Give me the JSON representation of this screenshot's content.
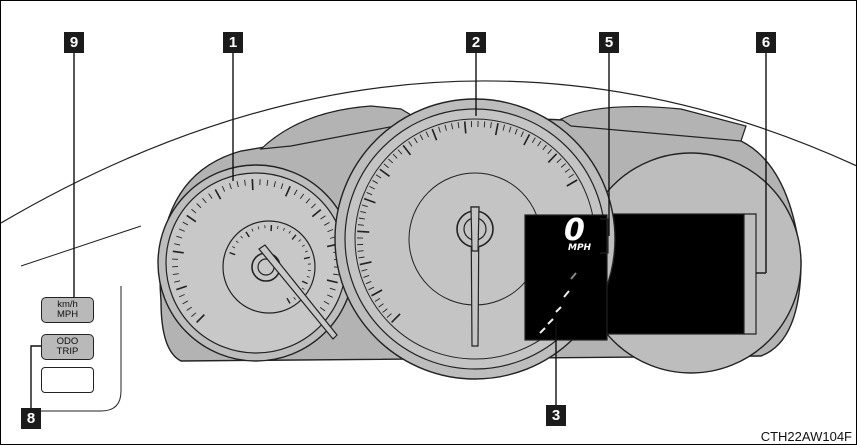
{
  "callouts": [
    "1",
    "2",
    "3",
    "5",
    "6",
    "8",
    "9"
  ],
  "buttons": {
    "unit": {
      "line1": "km/h",
      "line2": "MPH"
    },
    "odo": {
      "line1": "ODO",
      "line2": "TRIP"
    }
  },
  "display": {
    "speed_value": "0",
    "speed_unit": "MPH"
  },
  "image_code": "CTH22AW104F",
  "colors": {
    "panel": "#b9b9b9",
    "gauge_face": "#c4c4c4",
    "screen": "#000000",
    "callout": "#1b1b1b"
  }
}
